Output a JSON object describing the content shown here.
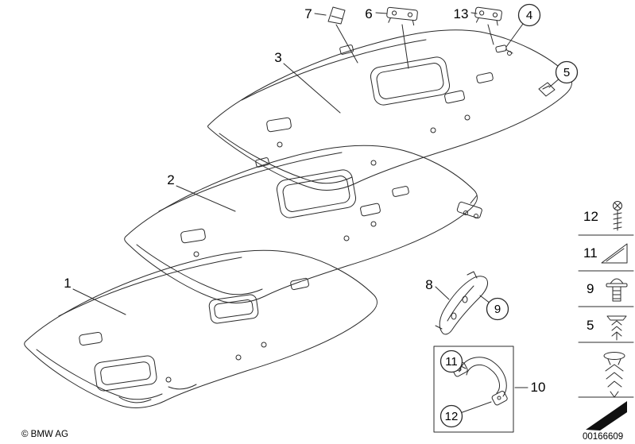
{
  "page": {
    "background_color": "#ffffff",
    "line_color": "#2b2b2b",
    "copyright": "© BMW AG",
    "document_number": "00166609"
  },
  "callouts": {
    "item1": "1",
    "item2": "2",
    "item3": "3",
    "item4": "4",
    "item5": "5",
    "item6": "6",
    "item7": "7",
    "item8": "8",
    "item9": "9",
    "item10": "10",
    "item11": "11",
    "item12": "12",
    "item13": "13"
  },
  "legend": {
    "rows": [
      {
        "label": "12",
        "icon": "screw-icon"
      },
      {
        "label": "11",
        "icon": "cover-wedge-icon"
      },
      {
        "label": "9",
        "icon": "expanding-nut-icon"
      },
      {
        "label": "5",
        "icon": "expanding-rivet-icon"
      }
    ],
    "extra_icon": "expansion-rivet-large-icon",
    "direction_icon": "direction-arrow-icon"
  }
}
